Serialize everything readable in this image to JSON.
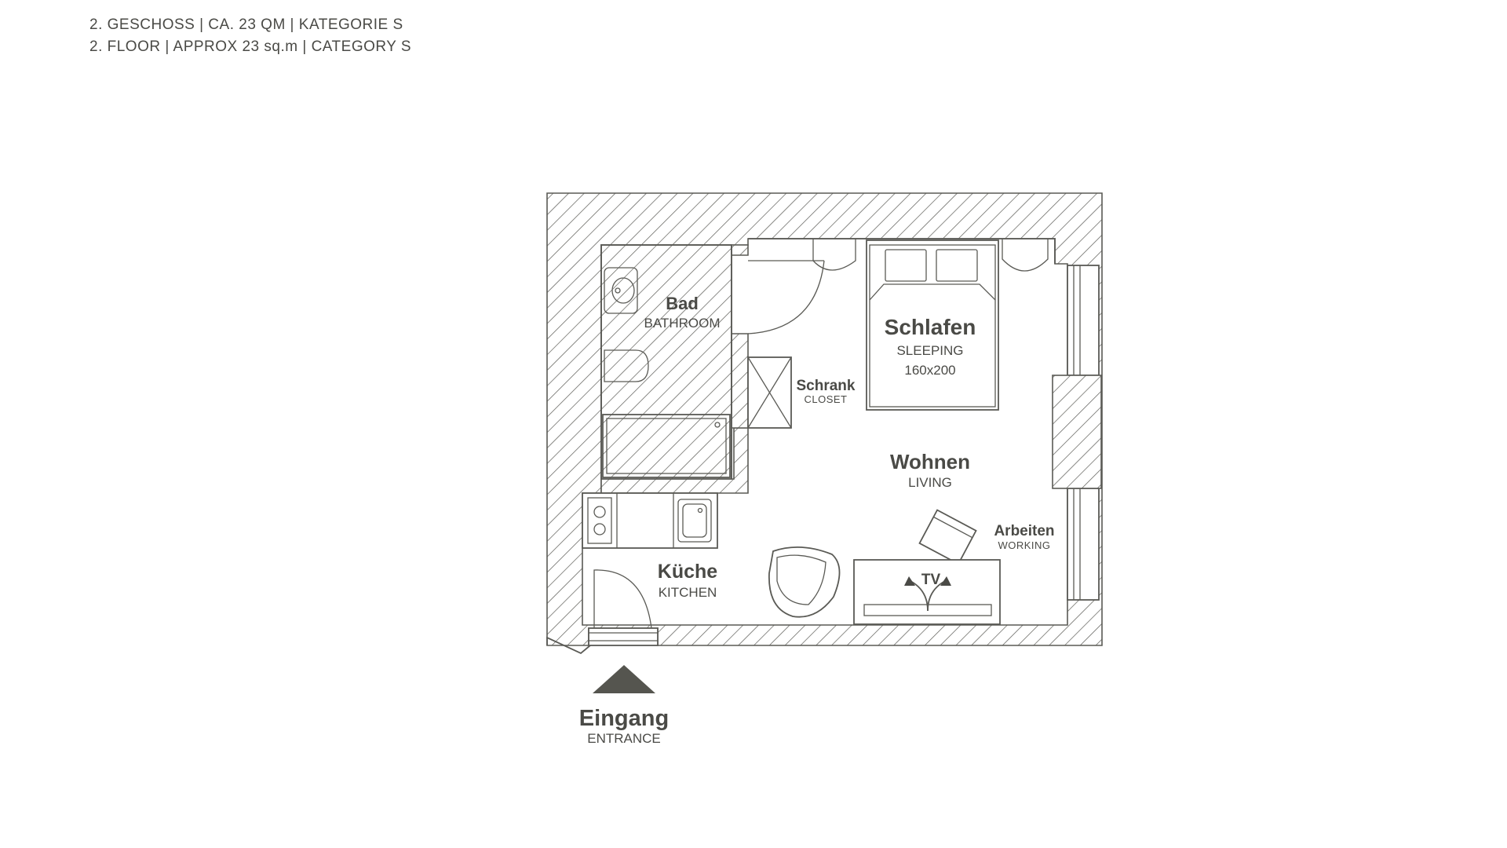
{
  "header": {
    "line1": "2. GESCHOSS | CA. 23 QM | KATEGORIE S",
    "line2": "2. FLOOR | APPROX 23 sq.m | CATEGORY S"
  },
  "rooms": {
    "bathroom": {
      "de": "Bad",
      "en": "BATHROOM"
    },
    "sleeping": {
      "de": "Schlafen",
      "en": "SLEEPING",
      "size": "160x200"
    },
    "closet": {
      "de": "Schrank",
      "en": "CLOSET"
    },
    "living": {
      "de": "Wohnen",
      "en": "LIVING"
    },
    "working": {
      "de": "Arbeiten",
      "en": "WORKING"
    },
    "kitchen": {
      "de": "Küche",
      "en": "KITCHEN"
    },
    "tv": {
      "label": "TV"
    }
  },
  "entrance": {
    "de": "Eingang",
    "en": "ENTRANCE"
  },
  "colors": {
    "line": "#5a5a55",
    "text": "#4a4a46",
    "entrance_marker": "#55554f"
  }
}
